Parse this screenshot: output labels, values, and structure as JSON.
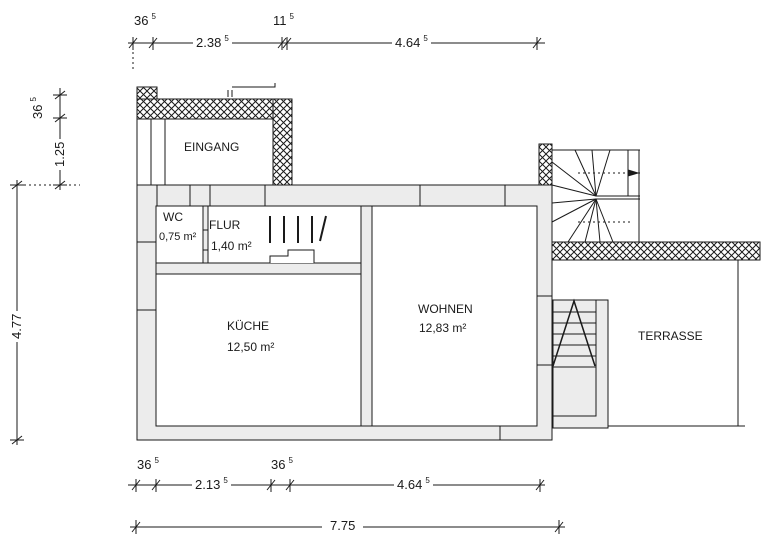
{
  "plan": {
    "rooms": [
      {
        "id": "eingang",
        "name": "EINGANG",
        "area": ""
      },
      {
        "id": "wc",
        "name": "WC",
        "area": "0,75 m²"
      },
      {
        "id": "flur",
        "name": "FLUR",
        "area": "1,40 m²"
      },
      {
        "id": "kueche",
        "name": "KÜCHE",
        "area": "12,50 m²"
      },
      {
        "id": "wohnen",
        "name": "WOHNEN",
        "area": "12,83 m²"
      },
      {
        "id": "terrasse",
        "name": "TERRASSE",
        "area": ""
      }
    ],
    "dimensions": {
      "top": [
        {
          "value": "36",
          "sup": "5"
        },
        {
          "value": "2.38",
          "sup": "5"
        },
        {
          "value": "11",
          "sup": "5"
        },
        {
          "value": "4.64",
          "sup": "5"
        }
      ],
      "bottom": [
        {
          "value": "36",
          "sup": "5"
        },
        {
          "value": "2.13",
          "sup": "5"
        },
        {
          "value": "36",
          "sup": "5"
        },
        {
          "value": "4.64",
          "sup": "5"
        }
      ],
      "overall_width": "7.75",
      "left": [
        {
          "value": "36",
          "sup": "5"
        },
        {
          "value": "1.25",
          "sup": ""
        },
        {
          "value": "4.77",
          "sup": ""
        }
      ]
    },
    "colors": {
      "wall_fill": "#ececec",
      "line": "#1a1a1a",
      "hatch": "#1a1a1a",
      "background": "#ffffff"
    }
  }
}
